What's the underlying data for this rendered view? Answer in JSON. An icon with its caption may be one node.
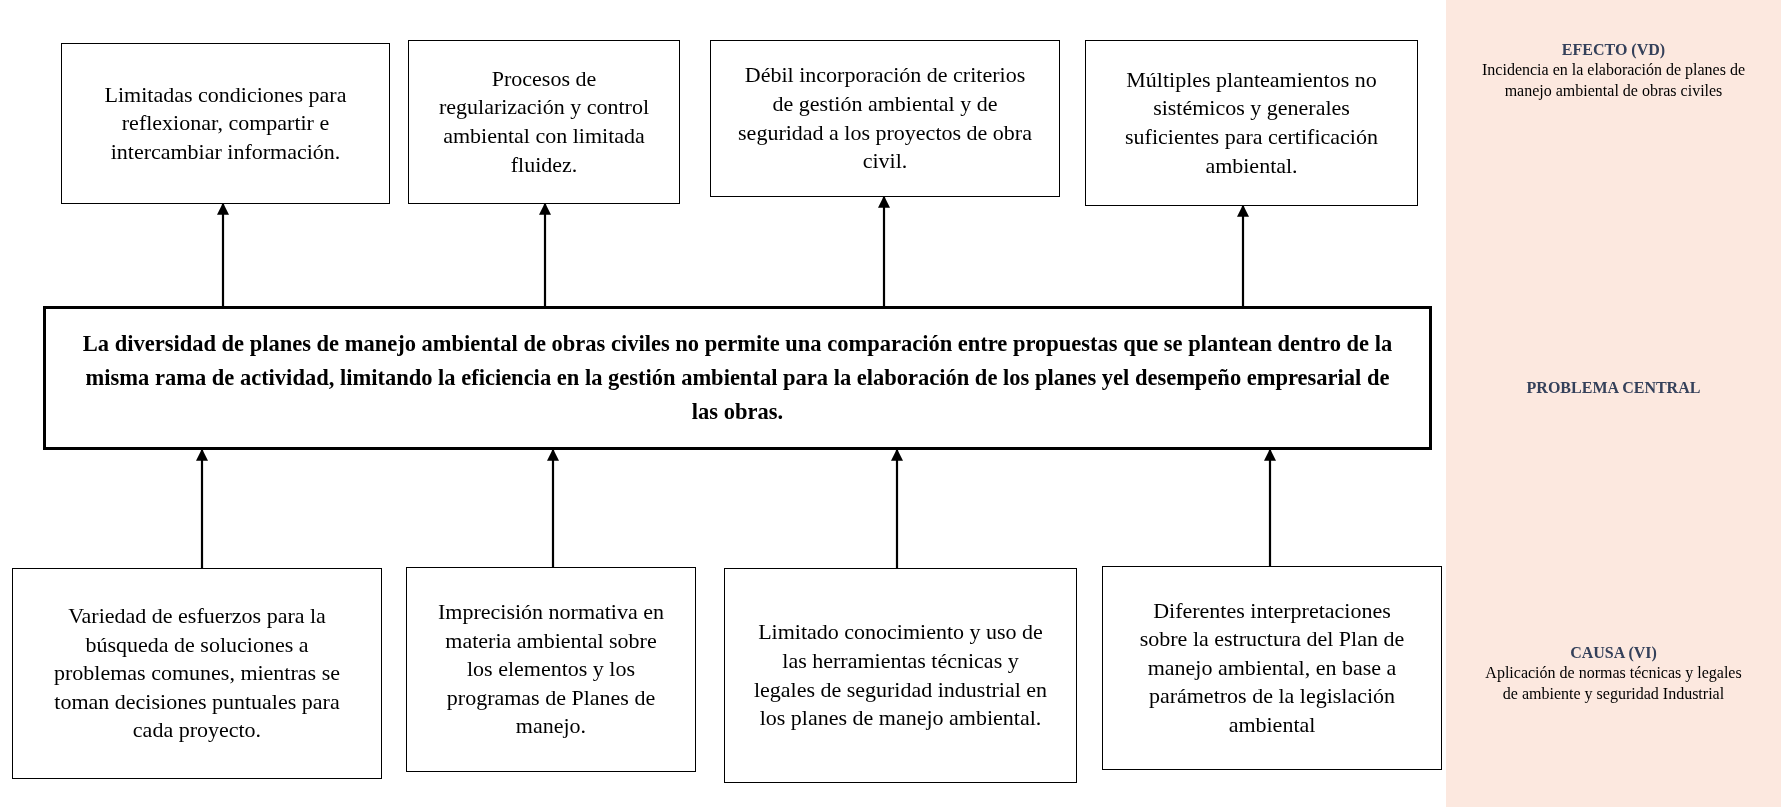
{
  "diagram": {
    "nodes": [
      {
        "text": [
          "Limitadas condiciones para reflexionar, compartir e intercambiar información."
        ]
      },
      {
        "text": [
          "Procesos de regularización y control ambiental con limitada fluidez."
        ]
      },
      {
        "text": [
          "Débil incorporación de criterios de gestión ambiental y de seguridad a los proyectos de obra civil."
        ]
      },
      {
        "text": [
          "Múltiples planteamientos no sistémicos y generales suficientes para certificación ambiental."
        ]
      },
      {
        "text": [
          "La diversidad de planes de manejo ambiental de obras civiles no permite una comparación entre propuestas que se plantean dentro de la misma rama de actividad, limitando la eficiencia en la gestión ambiental para la elaboración de los planes yel desempeño empresarial de las obras."
        ]
      },
      {
        "text": [
          "Variedad de esfuerzos para la búsqueda de soluciones a problemas comunes, mientras se toman decisiones puntuales para cada proyecto."
        ]
      },
      {
        "text": [
          "Imprecisión normativa en materia ambiental sobre los elementos y los programas de Planes de manejo."
        ]
      },
      {
        "text": [
          "Limitado conocimiento y uso de las herramientas técnicas y legales de seguridad industrial en los planes de manejo ambiental."
        ]
      },
      {
        "text": [
          "Diferentes interpretaciones sobre la estructura del Plan de manejo ambiental, en base a parámetros de la legislación ambiental"
        ]
      },
      {
        "text": [
          "EFECTO (VD)",
          "Incidencia en la elaboración de planes de manejo ambiental de obras civiles",
          "PROBLEMA CENTRAL",
          "CAUSA (VI)",
          "Aplicación de normas técnicas y legales de ambiente y seguridad Industrial"
        ]
      }
    ],
    "edges": [
      {
        "from": 4,
        "to": 0,
        "arrow": "to"
      },
      {
        "from": 4,
        "to": 1,
        "arrow": "to"
      },
      {
        "from": 4,
        "to": 2,
        "arrow": "to"
      },
      {
        "from": 4,
        "to": 3,
        "arrow": "to"
      },
      {
        "from": 5,
        "to": 4,
        "arrow": "to"
      },
      {
        "from": 6,
        "to": 4,
        "arrow": "to"
      },
      {
        "from": 7,
        "to": 4,
        "arrow": "to"
      },
      {
        "from": 8,
        "to": 4,
        "arrow": "to"
      }
    ]
  }
}
